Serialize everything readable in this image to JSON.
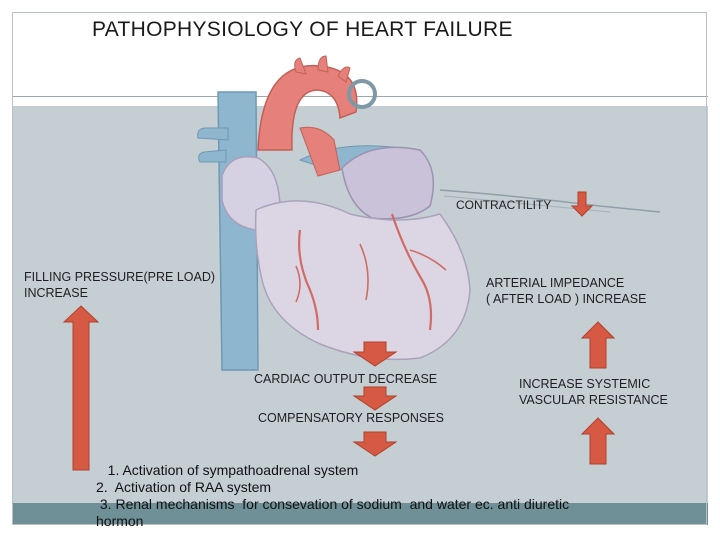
{
  "title": "PATHOPHYSIOLOGY   OF   HEART FAILURE",
  "labels": {
    "contractility": "CONTRACTILITY",
    "filling_line1": "FILLING PRESSURE(PRE LOAD)",
    "filling_line2": "INCREASE",
    "afterload_line1": "ARTERIAL IMPEDANCE",
    "afterload_line2": "( AFTER LOAD )  INCREASE",
    "cardiac_output": "CARDIAC OUTPUT DECREASE",
    "svr_line1": "INCREASE SYSTEMIC",
    "svr_line2": "VASCULAR  RESISTANCE",
    "compensatory": "COMPENSATORY RESPONSES"
  },
  "mechanisms": [
    "   1. Activation of sympathoadrenal system",
    "2.  Activation of RAA system",
    " 3. Renal mechanisms  for consevation of sodium  and water ec. anti diuretic",
    "hormon"
  ],
  "colors": {
    "arrow_fill": "#d65a43",
    "arrow_stroke": "#b0412c",
    "background_band": "#c5ced3",
    "bottom_bar": "#6e9096"
  },
  "icons": {
    "heart": "heart-illustration",
    "arrows": [
      "down-arrow",
      "up-arrow"
    ]
  }
}
